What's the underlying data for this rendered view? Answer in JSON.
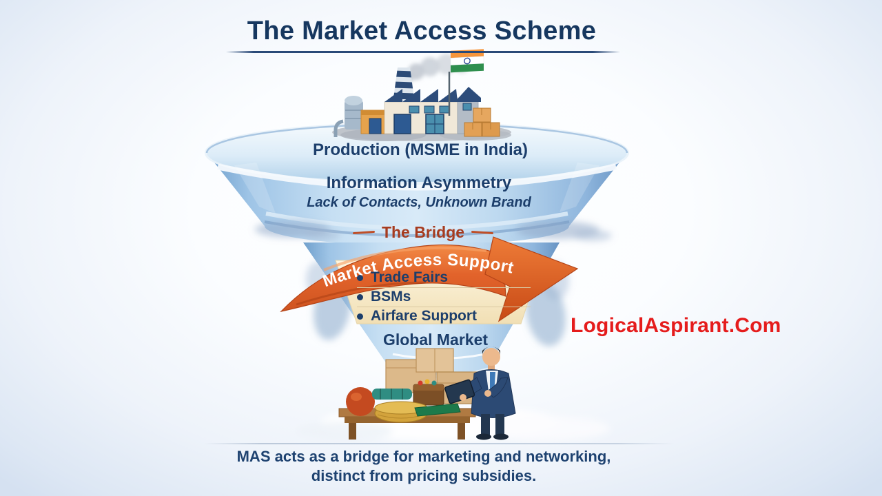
{
  "title": "The Market Access Scheme",
  "funnel": {
    "stage_production": {
      "label": "Production (MSME in India)"
    },
    "stage_problem": {
      "title": "Information Asymmetry",
      "subtitle": "Lack of Contacts, Unknown Brand"
    },
    "bridge": {
      "label": "The Bridge",
      "banner": "Market Access Support",
      "items": [
        {
          "label": "Trade Fairs"
        },
        {
          "label": "BSMs"
        },
        {
          "label": "Airfare Support"
        }
      ]
    },
    "stage_outcome": {
      "label": "Global Market"
    }
  },
  "watermark": "LogicalAspirant.Com",
  "footer": {
    "line1": "MAS acts as a bridge for marketing and networking,",
    "line2": "distinct from pricing subsidies."
  },
  "icons": {
    "factory": "factory-with-india-flag-illustration",
    "flag": "india-flag-icon",
    "arrow": "orange-arrow-right-banner",
    "scene": "export-goods-and-buyer-illustration"
  },
  "colors": {
    "title_navy": "#16375f",
    "text_navy": "#1c3e6b",
    "bridge_red": "#a63b1f",
    "arrow_orange": "#e2632b",
    "funnel_blue": "#a9cce9",
    "panel_cream": "#f8ecd0",
    "watermark_red": "#e51c1c"
  }
}
